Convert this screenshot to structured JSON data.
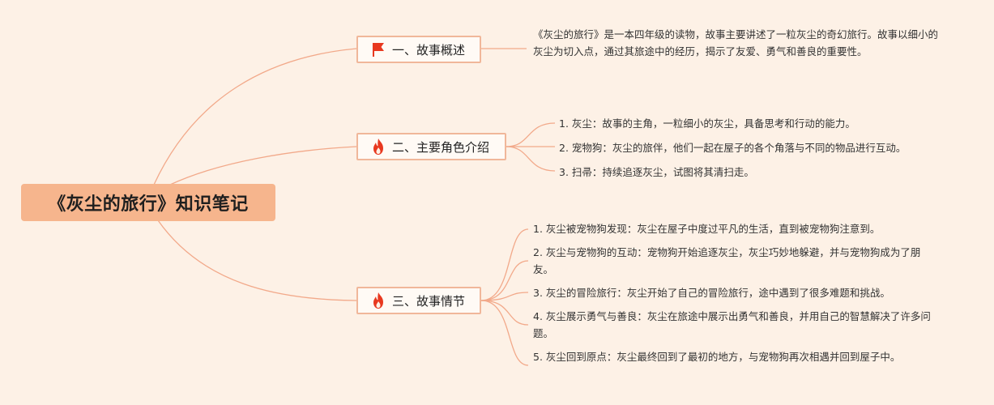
{
  "mindmap": {
    "root": {
      "label": "《灰尘的旅行》知识笔记"
    },
    "branches": [
      {
        "label": "一、故事概述",
        "icon": "flag-icon",
        "leaves": [
          "《灰尘的旅行》是一本四年级的读物，故事主要讲述了一粒灰尘的奇幻旅行。故事以细小的灰尘为切入点，通过其旅途中的经历，揭示了友爱、勇气和善良的重要性。"
        ]
      },
      {
        "label": "二、主要角色介绍",
        "icon": "fire-icon",
        "leaves": [
          "1. 灰尘：故事的主角，一粒细小的灰尘，具备思考和行动的能力。",
          "2. 宠物狗：灰尘的旅伴，他们一起在屋子的各个角落与不同的物品进行互动。",
          "3. 扫帚：持续追逐灰尘，试图将其清扫走。"
        ]
      },
      {
        "label": "三、故事情节",
        "icon": "fire-icon",
        "leaves": [
          "1. 灰尘被宠物狗发现：灰尘在屋子中度过平凡的生活，直到被宠物狗注意到。",
          "2. 灰尘与宠物狗的互动：宠物狗开始追逐灰尘，灰尘巧妙地躲避，并与宠物狗成为了朋友。",
          "3. 灰尘的冒险旅行：灰尘开始了自己的冒险旅行，途中遇到了很多难题和挑战。",
          "4. 灰尘展示勇气与善良：灰尘在旅途中展示出勇气和善良，并用自己的智慧解决了许多问题。",
          "5. 灰尘回到原点：灰尘最终回到了最初的地方，与宠物狗再次相遇并回到屋子中。"
        ]
      }
    ],
    "colors": {
      "background": "#fdf1e6",
      "root_fill": "#f6b58d",
      "branch_border": "#f0b79a",
      "line": "#f2a98a",
      "icon_red": "#e8381f"
    }
  }
}
